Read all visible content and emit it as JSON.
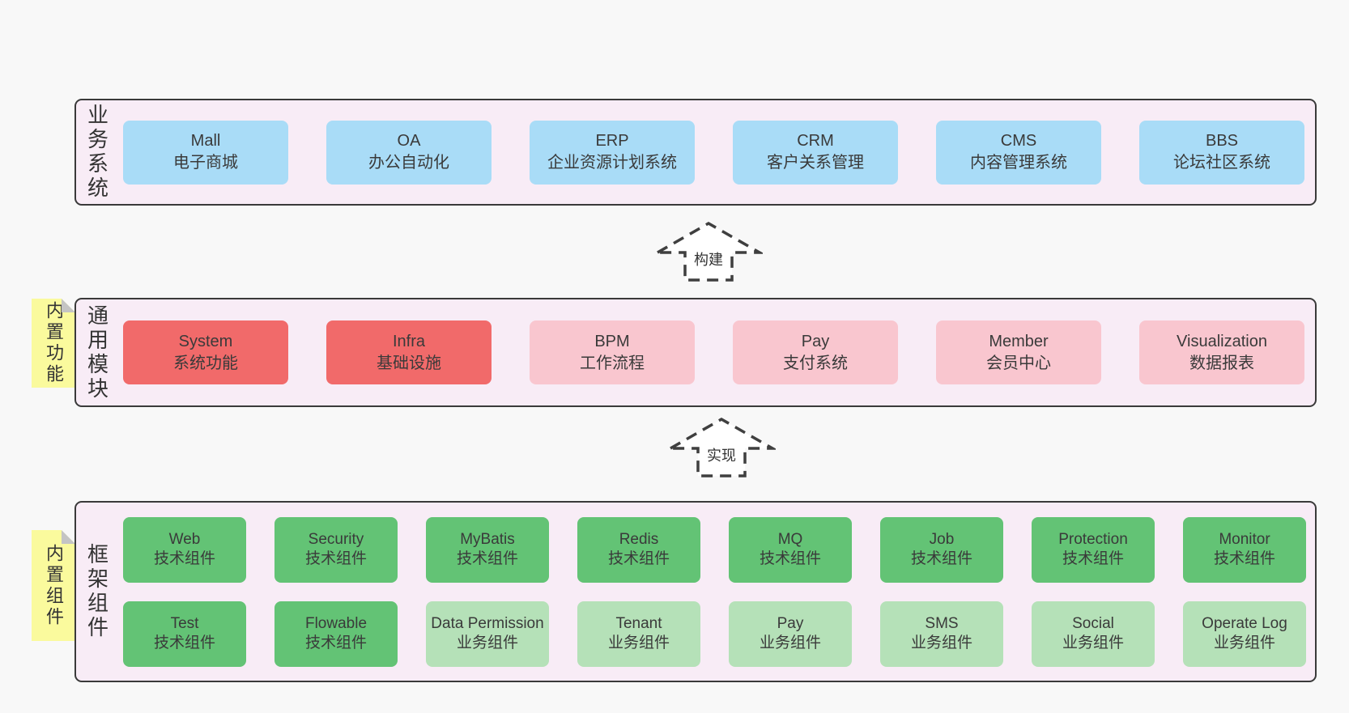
{
  "colors": {
    "page_background": "#f8f8f8",
    "section_background": "#f8ecf6",
    "section_border": "#3a3a3a",
    "box_blue": "#a9dcf7",
    "box_red": "#f16a6a",
    "box_pink": "#f9c6cf",
    "box_green_dark": "#63c375",
    "box_green_light": "#b5e1b8",
    "note_yellow": "#fafa9d",
    "note_fold_gray": "#c4c4c4",
    "text": "#333333"
  },
  "arrows": [
    {
      "label": "构建"
    },
    {
      "label": "实现"
    }
  ],
  "sections": {
    "business": {
      "title": "业务系统",
      "items": [
        {
          "en": "Mall",
          "zh": "电子商城"
        },
        {
          "en": "OA",
          "zh": "办公自动化"
        },
        {
          "en": "ERP",
          "zh": "企业资源计划系统"
        },
        {
          "en": "CRM",
          "zh": "客户关系管理"
        },
        {
          "en": "CMS",
          "zh": "内容管理系统"
        },
        {
          "en": "BBS",
          "zh": "论坛社区系统"
        }
      ]
    },
    "modules": {
      "title": "通用模块",
      "note": "内置功能",
      "items": [
        {
          "en": "System",
          "zh": "系统功能"
        },
        {
          "en": "Infra",
          "zh": "基础设施"
        },
        {
          "en": "BPM",
          "zh": "工作流程"
        },
        {
          "en": "Pay",
          "zh": "支付系统"
        },
        {
          "en": "Member",
          "zh": "会员中心"
        },
        {
          "en": "Visualization",
          "zh": "数据报表"
        }
      ]
    },
    "framework": {
      "title": "框架组件",
      "note": "内置组件",
      "row1": [
        {
          "en": "Web",
          "zh": "技术组件"
        },
        {
          "en": "Security",
          "zh": "技术组件"
        },
        {
          "en": "MyBatis",
          "zh": "技术组件"
        },
        {
          "en": "Redis",
          "zh": "技术组件"
        },
        {
          "en": "MQ",
          "zh": "技术组件"
        },
        {
          "en": "Job",
          "zh": "技术组件"
        },
        {
          "en": "Protection",
          "zh": "技术组件"
        },
        {
          "en": "Monitor",
          "zh": "技术组件"
        }
      ],
      "row2": [
        {
          "en": "Test",
          "zh": "技术组件"
        },
        {
          "en": "Flowable",
          "zh": "技术组件"
        },
        {
          "en": "Data Permission",
          "zh": "业务组件"
        },
        {
          "en": "Tenant",
          "zh": "业务组件"
        },
        {
          "en": "Pay",
          "zh": "业务组件"
        },
        {
          "en": "SMS",
          "zh": "业务组件"
        },
        {
          "en": "Social",
          "zh": "业务组件"
        },
        {
          "en": "Operate Log",
          "zh": "业务组件"
        }
      ]
    }
  }
}
